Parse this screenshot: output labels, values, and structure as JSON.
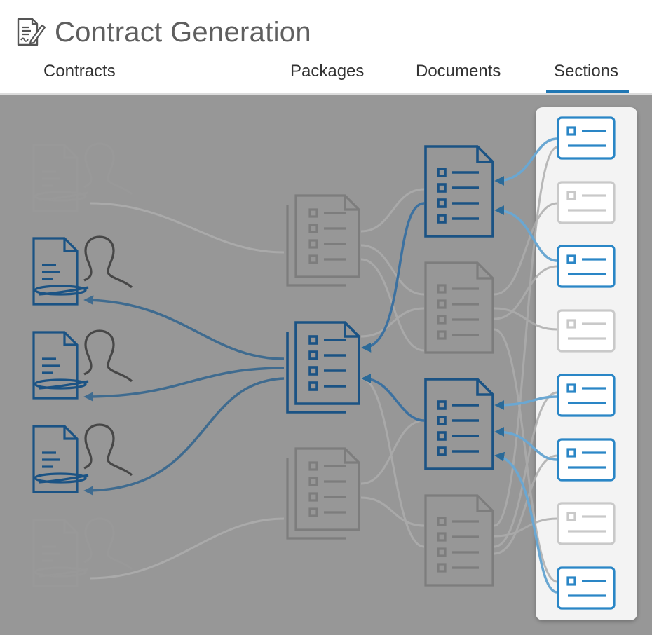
{
  "header": {
    "title": "Contract Generation",
    "title_icon": "contract-signature-icon"
  },
  "tabs": [
    {
      "label": "Contracts",
      "active": false
    },
    {
      "label": "Packages",
      "active": false
    },
    {
      "label": "Documents",
      "active": false
    },
    {
      "label": "Sections",
      "active": true
    }
  ],
  "colors": {
    "accent": "#2077b4",
    "active_dark": "#1b5384",
    "section_blue": "#2a86c6",
    "inactive_gray": "#7d7d7d",
    "faded_gray": "#a5a5a5",
    "canvas_bg": "#979797",
    "panel_bg": "#f3f3f3",
    "light_section": "#c9c9c9"
  },
  "diagram": {
    "contracts": [
      {
        "icon": "contract-signer-icon",
        "state": "faded"
      },
      {
        "icon": "contract-signer-icon",
        "state": "active"
      },
      {
        "icon": "contract-signer-icon",
        "state": "active"
      },
      {
        "icon": "contract-signer-icon",
        "state": "active"
      },
      {
        "icon": "contract-signer-icon",
        "state": "faded"
      }
    ],
    "packages": [
      {
        "icon": "package-icon",
        "state": "inactive"
      },
      {
        "icon": "package-icon",
        "state": "active"
      },
      {
        "icon": "package-icon",
        "state": "inactive"
      }
    ],
    "documents": [
      {
        "icon": "document-icon",
        "state": "active"
      },
      {
        "icon": "document-icon",
        "state": "inactive"
      },
      {
        "icon": "document-icon",
        "state": "active"
      },
      {
        "icon": "document-icon",
        "state": "inactive"
      }
    ],
    "sections": [
      {
        "icon": "section-card-icon",
        "state": "active"
      },
      {
        "icon": "section-card-icon",
        "state": "inactive"
      },
      {
        "icon": "section-card-icon",
        "state": "active"
      },
      {
        "icon": "section-card-icon",
        "state": "inactive"
      },
      {
        "icon": "section-card-icon",
        "state": "active"
      },
      {
        "icon": "section-card-icon",
        "state": "active"
      },
      {
        "icon": "section-card-icon",
        "state": "inactive"
      },
      {
        "icon": "section-card-icon",
        "state": "active"
      }
    ]
  }
}
